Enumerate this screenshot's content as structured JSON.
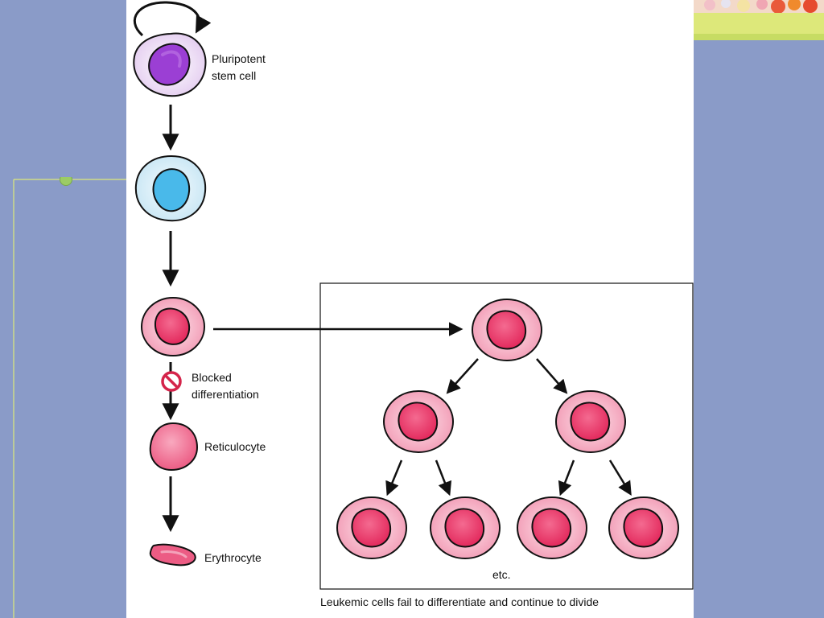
{
  "colors": {
    "slide_background": "#8a9bc8",
    "accent_green": "#9ccc65",
    "accent_yellow": "#dde87a",
    "stem_cell": "#e9d6f3",
    "stem_nucleus": "#9b3fd4",
    "progenitor": "#d3ecf7",
    "progenitor_nucleus": "#49b9ea",
    "blast": "#f4a9bf",
    "blast_nucleus": "#e93c6b",
    "block_icon": "#d4244a"
  },
  "labels": {
    "stem_cell_line1": "Pluripotent",
    "stem_cell_line2": "stem cell",
    "blocked_line1": "Blocked",
    "blocked_line2": "differentiation",
    "reticulocyte": "Reticulocyte",
    "erythrocyte": "Erythrocyte",
    "etc": "etc."
  },
  "caption": "Leukemic cells fail to differentiate and continue to divide"
}
